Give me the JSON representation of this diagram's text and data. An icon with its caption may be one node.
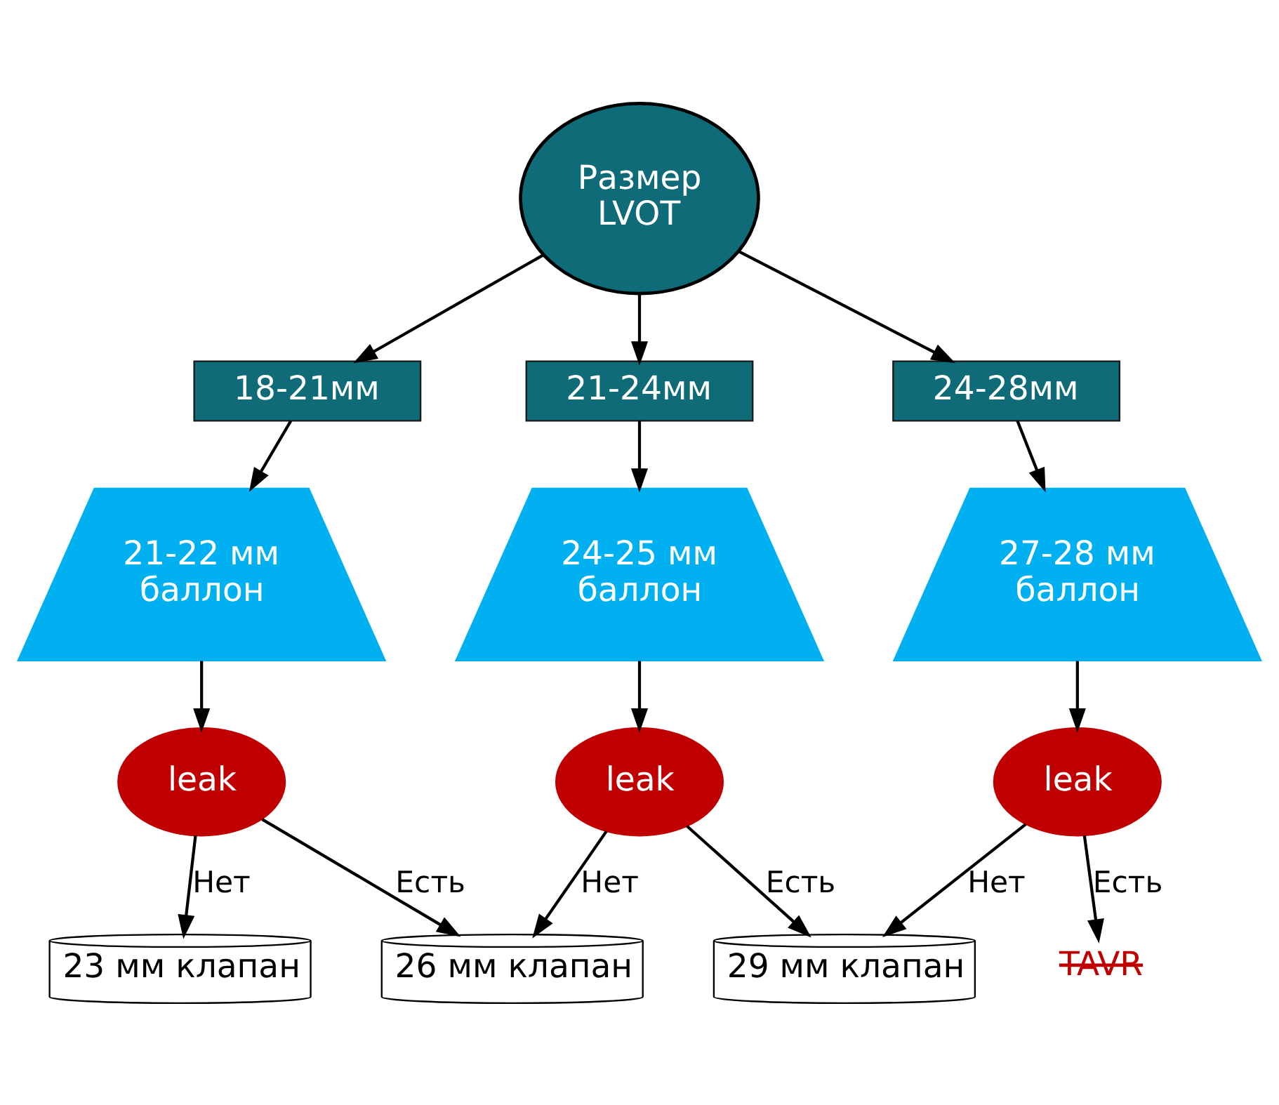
{
  "diagram": {
    "nodes": [
      {
        "text": [
          "Размер LVOT"
        ]
      },
      {
        "text": [
          "18-21мм"
        ]
      },
      {
        "text": [
          "21-24мм"
        ]
      },
      {
        "text": [
          "24-28мм"
        ]
      },
      {
        "text": [
          "21-22 мм баллон"
        ]
      },
      {
        "text": [
          "24-25 мм баллон"
        ]
      },
      {
        "text": [
          "27-28 мм баллон"
        ]
      },
      {
        "text": [
          "leak"
        ]
      },
      {
        "text": [
          "leak"
        ]
      },
      {
        "text": [
          "leak"
        ]
      },
      {
        "text": [
          "23 мм клапан"
        ]
      },
      {
        "text": [
          "26 мм клапан"
        ]
      },
      {
        "text": [
          "29 мм клапан"
        ]
      },
      {
        "text": [
          "TAVR"
        ]
      }
    ],
    "edges": [
      {
        "from": 0,
        "to": 1,
        "arrow": "to"
      },
      {
        "from": 0,
        "to": 2,
        "arrow": "to"
      },
      {
        "from": 0,
        "to": 3,
        "arrow": "to"
      },
      {
        "from": 1,
        "to": 4,
        "arrow": "to"
      },
      {
        "from": 2,
        "to": 5,
        "arrow": "to"
      },
      {
        "from": 3,
        "to": 6,
        "arrow": "to"
      },
      {
        "from": 4,
        "to": 7,
        "arrow": "to"
      },
      {
        "from": 5,
        "to": 8,
        "arrow": "to"
      },
      {
        "from": 6,
        "to": 9,
        "arrow": "to"
      },
      {
        "from": 7,
        "to": 10,
        "arrow": "to",
        "label": "Нет"
      },
      {
        "from": 7,
        "to": 11,
        "arrow": "to",
        "label": "Есть"
      },
      {
        "from": 8,
        "to": 11,
        "arrow": "to",
        "label": "Нет"
      },
      {
        "from": 8,
        "to": 12,
        "arrow": "to",
        "label": "Есть"
      },
      {
        "from": 9,
        "to": 12,
        "arrow": "to",
        "label": "Нет"
      },
      {
        "from": 9,
        "to": 13,
        "arrow": "to",
        "label": "Есть"
      }
    ]
  }
}
